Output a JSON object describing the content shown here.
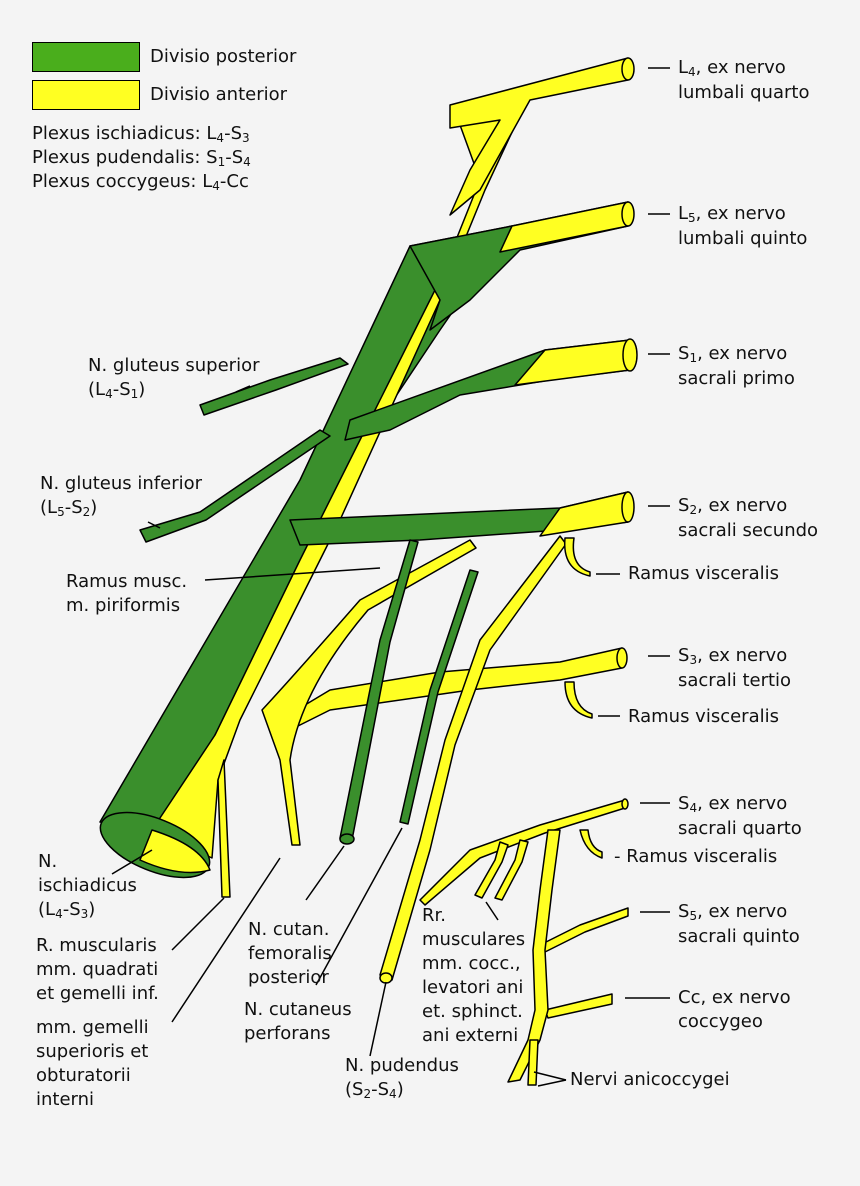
{
  "colors": {
    "posterior": "#3a8f2c",
    "posterior_light": "#4aae1c",
    "anterior": "#ffff22",
    "outline": "#000000",
    "background": "#f4f4f4"
  },
  "legend": {
    "posterior": "Divisio posterior",
    "anterior": "Divisio anterior"
  },
  "plexus": {
    "ischiadicus": "Plexus ischiadicus: L4-S3",
    "pudendalis": "Plexus pudendalis: S1-S4",
    "coccygeus": "Plexus coccygeus: L4-Cc"
  },
  "roots": {
    "l4": [
      "L4, ex nervo",
      "lumbali quarto"
    ],
    "l5": [
      "L5, ex nervo",
      "lumbali quinto"
    ],
    "s1": [
      "S1, ex nervo",
      "sacrali primo"
    ],
    "s2": [
      "S2, ex nervo",
      "sacrali secundo"
    ],
    "s3": [
      "S3, ex nervo",
      "sacrali tertio"
    ],
    "s4": [
      "S4, ex nervo",
      "sacrali quarto"
    ],
    "s5": [
      "S5, ex nervo",
      "sacrali quinto"
    ],
    "cc": [
      "Cc, ex nervo",
      "coccygeo"
    ]
  },
  "visceral": {
    "s2": "Ramus visceralis",
    "s3": "Ramus visceralis",
    "s4": "- Ramus visceralis"
  },
  "nerves": {
    "gluteus_superior": [
      "N. gluteus superior",
      "(L4-S1)"
    ],
    "gluteus_inferior": [
      "N. gluteus inferior",
      "(L5-S2)"
    ],
    "piriformis": [
      "Ramus musc.",
      "m. piriformis"
    ],
    "ischiadicus": [
      "N.",
      "ischiadicus",
      "(L4-S3)"
    ],
    "quadrati": [
      "R. muscularis",
      "mm. quadrati",
      "et gemelli inf."
    ],
    "gemelli_sup": [
      "mm. gemelli",
      "superioris et",
      "obturatorii",
      "interni"
    ],
    "cutan_fem": [
      "N. cutan.",
      "femoralis",
      "posterior"
    ],
    "cutan_perf": [
      "N. cutaneus",
      "perforans"
    ],
    "pudendus": [
      "N. pudendus",
      "(S2-S4)"
    ],
    "rr_musculares": [
      "Rr.",
      "musculares",
      "mm. cocc.,",
      "levatori ani",
      "et. sphinct.",
      "ani externi"
    ],
    "anicoccygei": [
      "Nervi anicoccygei"
    ]
  }
}
